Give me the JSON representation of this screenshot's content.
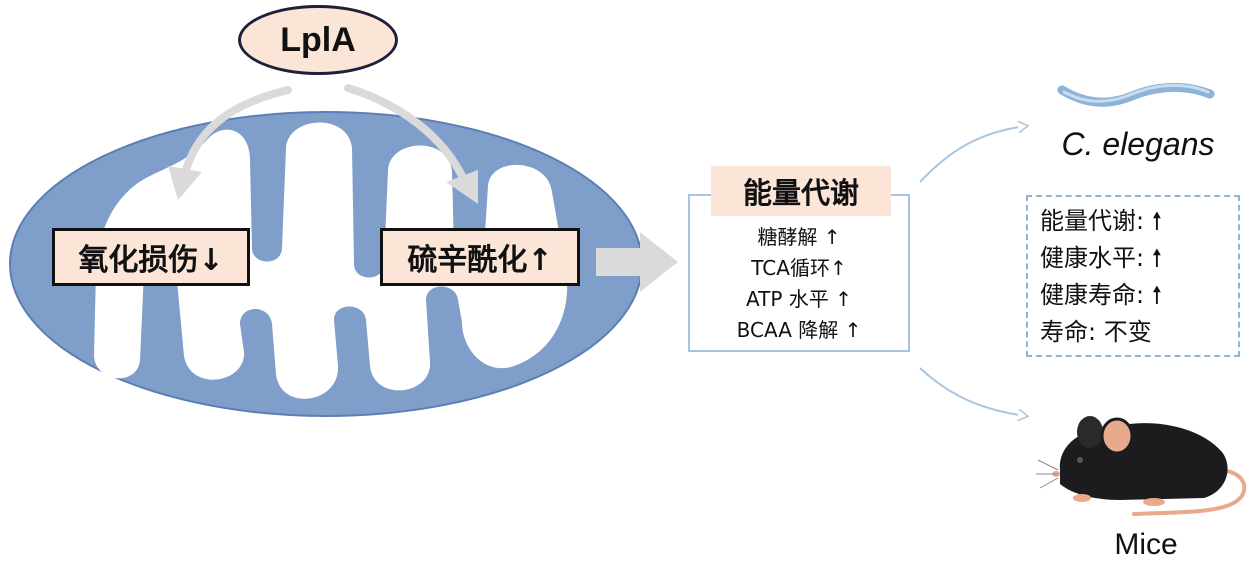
{
  "lpla_label": "LplA",
  "effects": {
    "oxidative_damage": "氧化损伤↓",
    "lipoylation": "硫辛酰化↑"
  },
  "energy_metabolism": {
    "title": "能量代谢",
    "items": [
      "糖酵解 ↑",
      "TCA循环↑",
      "ATP 水平 ↑",
      "BCAA 降解 ↑"
    ]
  },
  "organisms": {
    "worm": "C. elegans",
    "mouse": "Mice"
  },
  "outcomes": [
    "能量代谢: 🠕",
    "健康水平: 🠕",
    "健康寿命: 🠕",
    "寿命:  不变"
  ],
  "colors": {
    "mitochondrion_fill": "#7f9ec9",
    "mitochondrion_stroke": "#5b7fb2",
    "label_fill": "#fbe5d6",
    "box_border": "#a9c4de",
    "arrow_fill": "#dadada",
    "worm": "#8db3d6",
    "mouse_body": "#1c1c1e",
    "mouse_ear": "#e9a98c"
  }
}
